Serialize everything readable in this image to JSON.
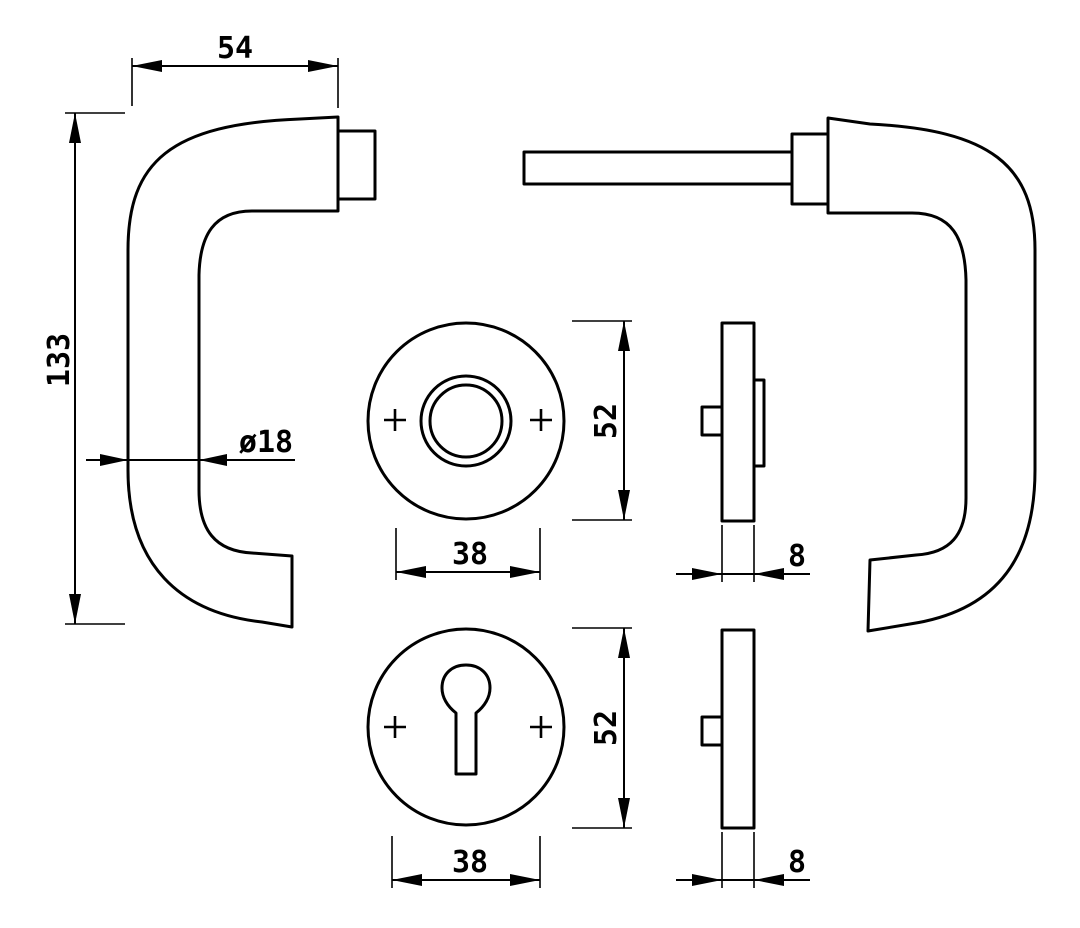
{
  "drawing": {
    "dimensions": {
      "lever_reach": "54",
      "lever_height": "133",
      "lever_diameter": "ø18",
      "rose_upper_diameter": "52",
      "rose_upper_width": "38",
      "rose_upper_thickness": "8",
      "escutcheon_diameter": "52",
      "escutcheon_width": "38",
      "escutcheon_thickness": "8"
    }
  }
}
